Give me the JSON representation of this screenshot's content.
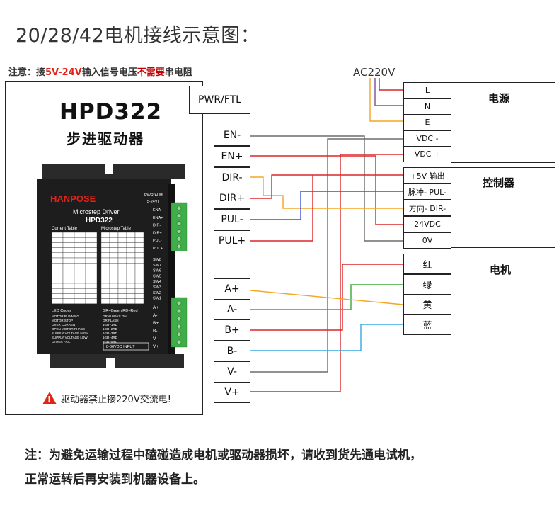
{
  "page_title": "20/28/42电机接线示意图：",
  "notice": {
    "prefix": "注意：接",
    "voltage": "5V-24V",
    "middle": "输入信号电压",
    "no_need": "不需要",
    "suffix": "串电阻"
  },
  "ac_label": "AC220V",
  "driver": {
    "model": "HPD322",
    "subtitle": "步进驱动器",
    "brand": "HANPOSE",
    "face_title": "Microstep Driver",
    "face_model": "HPD322",
    "current_table": "Current Table",
    "microstep_table": "Microstep Table",
    "pwr_label": "PWR/ALM",
    "pwr_sub": "(5-24V)",
    "left_pins": [
      "ENA-",
      "ENA+",
      "DIR-",
      "DIR+",
      "PUL-",
      "PUL+"
    ],
    "sw_labels": [
      "SW8",
      "SW7",
      "SW6",
      "SW5",
      "SW4",
      "SW3",
      "SW2",
      "SW1"
    ],
    "motor_pins": [
      "A+",
      "A-",
      "B+",
      "B-",
      "V-",
      "V+"
    ],
    "led_codes": "LED Codes",
    "led_colors": "GR=Green   RD=Red",
    "status_rows": [
      {
        "name": "MOTOR RUNNING",
        "code": "GR ALWAYS ON"
      },
      {
        "name": "MOTOR STOP",
        "code": "GR FLASH"
      },
      {
        "name": "OVER CURRENT",
        "code": "1GR+1RD"
      },
      {
        "name": "OPEN MOTOR PHASE",
        "code": "1GR+2RD"
      },
      {
        "name": "SUPPLY VOLTAGE HIGH",
        "code": "1GR+3RD"
      },
      {
        "name": "SUPPLY VOLTAGE LOW",
        "code": "1GR+4RD"
      },
      {
        "name": "OTHER FAIL",
        "code": "1GR+5RD"
      }
    ],
    "input_label": "8-36VDC INPUT",
    "warning": "驱动器禁止接220V交流电!"
  },
  "terminals": {
    "pwr_ftl": "PWR/FTL",
    "signal": [
      "EN-",
      "EN+",
      "DIR-",
      "DIR+",
      "PUL-",
      "PUL+"
    ],
    "motor": [
      "A+",
      "A-",
      "B+",
      "B-",
      "V-",
      "V+"
    ]
  },
  "power_supply": {
    "title": "电源",
    "terminals": [
      "L",
      "N",
      "E",
      "VDC -",
      "VDC +"
    ]
  },
  "controller": {
    "title": "控制器",
    "terminals": [
      "+5V 输出",
      "脉冲- PUL-",
      "方向- DIR-",
      "24VDC",
      "0V"
    ]
  },
  "motor": {
    "title": "电机",
    "terminals": [
      "红",
      "绿",
      "黄",
      "蓝"
    ]
  },
  "wire_colors": {
    "red": "#d9262b",
    "orange": "#f5a623",
    "purple": "#7b4fa0",
    "blue": "#3b4fd1",
    "green": "#3aa935",
    "lightblue": "#37a7e0",
    "gray": "#6d6d6d",
    "black": "#333333"
  },
  "footer": [
    "注：为避免运输过程中磕碰造成电机或驱动器损坏，请收到货先通电试机，",
    "正常运转后再安装到机器设备上。"
  ]
}
